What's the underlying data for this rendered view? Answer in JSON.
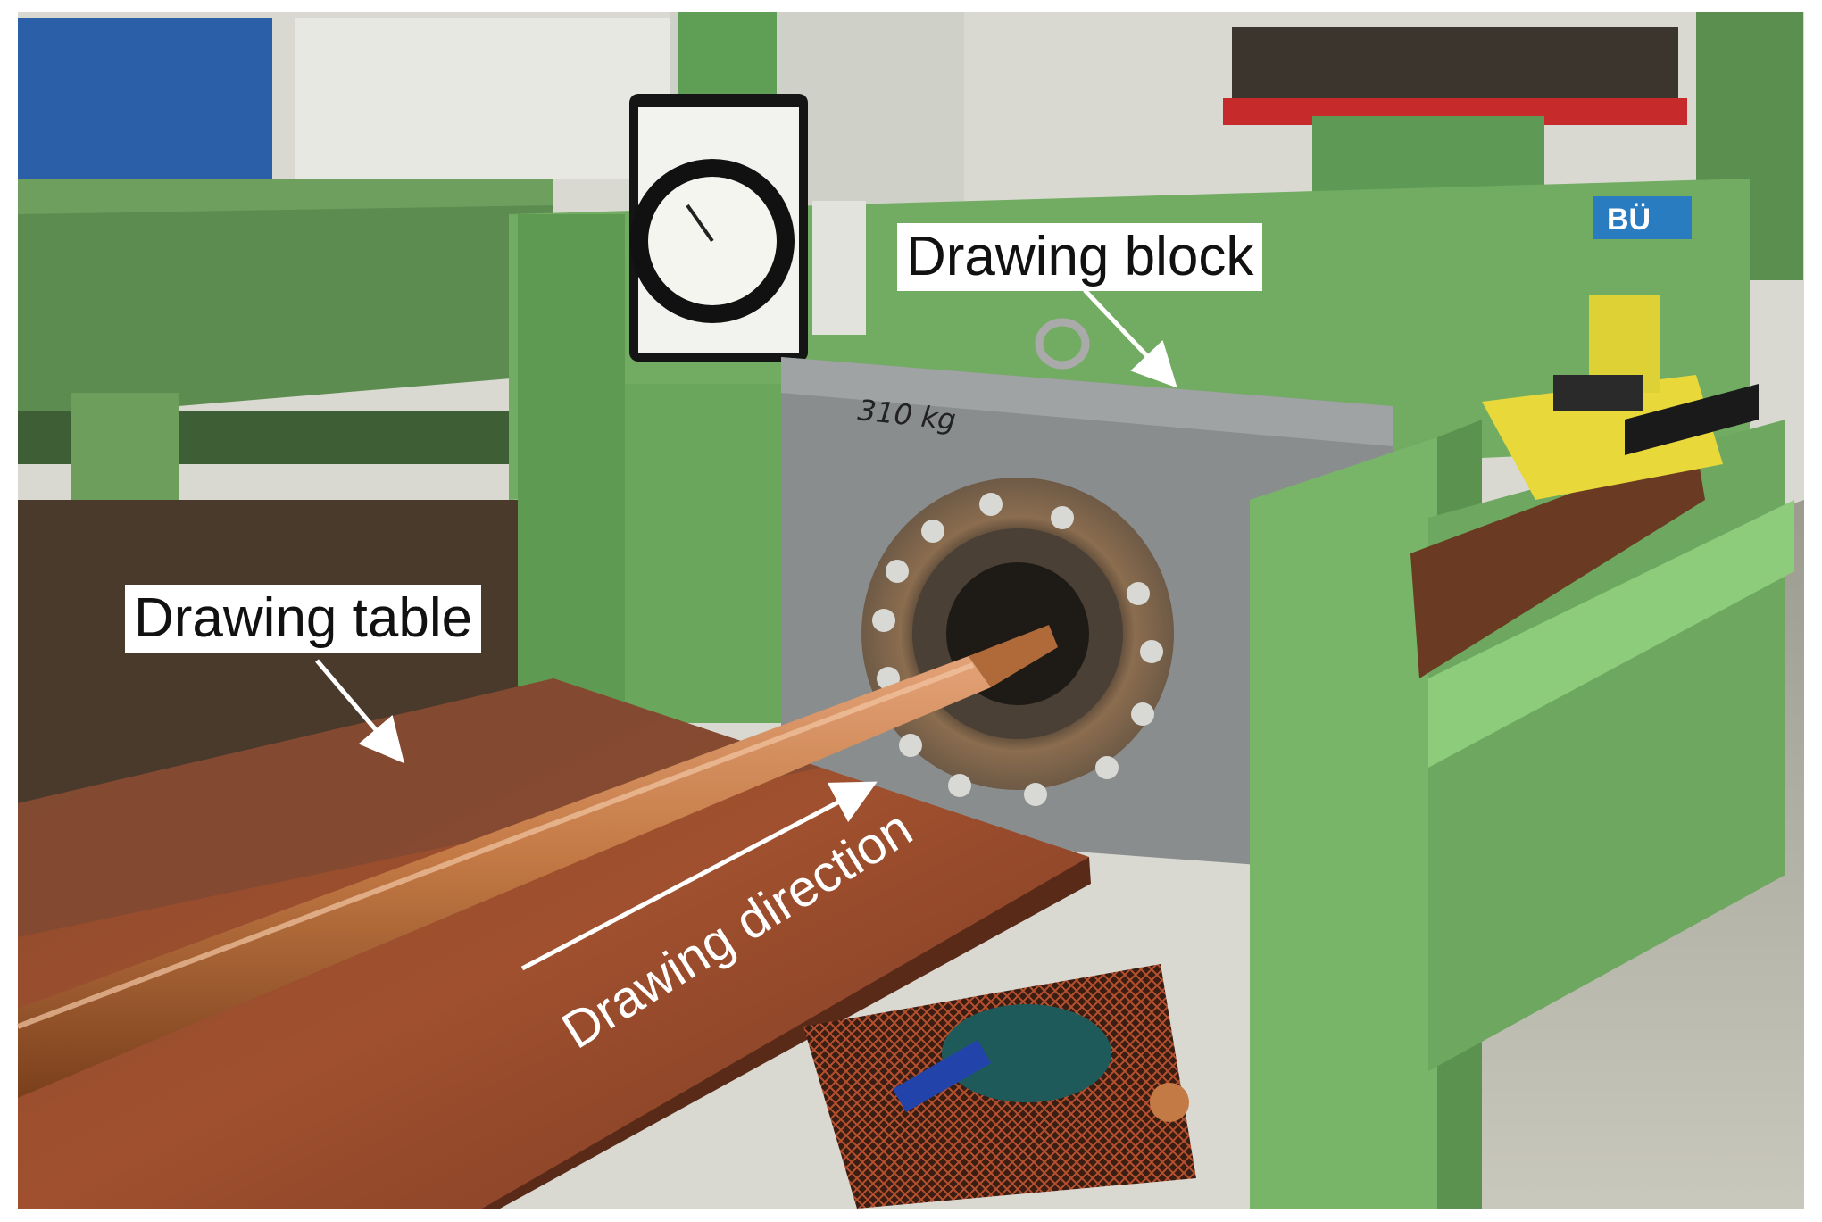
{
  "labels": {
    "drawing_block": "Drawing block",
    "drawing_table": "Drawing table",
    "drawing_direction": "Drawing direction",
    "block_weight": "310 kg",
    "brand": "BÜ"
  },
  "colors": {
    "machine_green": "#6fa860",
    "copper": "#c47a45",
    "rusty_table": "#9a4a2c",
    "steel_block": "#8a8d8e",
    "safety_yellow": "#e8d83a"
  }
}
